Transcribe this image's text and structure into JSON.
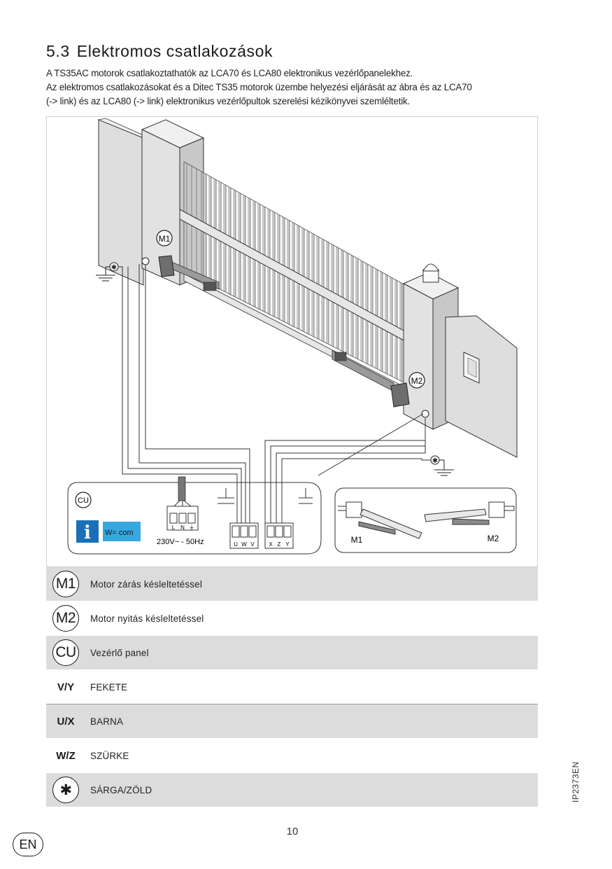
{
  "section": {
    "number": "5.3",
    "title": "Elektromos csatlakozások",
    "intro_line1": "A TS35AC motorok csatlakoztathatók az LCA70 és LCA80 elektronikus vezérlőpanelekhez.",
    "intro_line2": "Az elektromos csatlakozásokat és a Ditec TS35 motorok üzembe helyezési eljárását az ábra és az LCA70",
    "intro_line3": "(-> link) és az LCA80 (-> link) elektronikus vezérlőpultok szerelési kézikönyvei szemléltetik."
  },
  "figure": {
    "m1": "M1",
    "m2": "M2",
    "cu": "CU",
    "info_label": "W= com",
    "power_terminals": [
      "L",
      "N",
      "⏚"
    ],
    "power_label": "230V~ - 50Hz",
    "terminals_a": [
      "U",
      "W",
      "V"
    ],
    "terminals_b": [
      "X",
      "Z",
      "Y"
    ],
    "inset_m1": "M1",
    "inset_m2": "M2"
  },
  "legend": [
    {
      "symbol": "M1",
      "label": "Motor zárás késleltetéssel"
    },
    {
      "symbol": "M2",
      "label": "Motor nyitás késleltetéssel"
    },
    {
      "symbol": "CU",
      "label": "Vezérlő panel"
    },
    {
      "code": "V/Y",
      "label": "FEKETE"
    },
    {
      "code": "U/X",
      "label": "BARNA"
    },
    {
      "code": "W/Z",
      "label": "SZÜRKE"
    },
    {
      "symbol": "✱",
      "label": "SÁRGA/ZÖLD"
    }
  ],
  "footer": {
    "page_number": "10",
    "language": "EN",
    "doc_code": "IP2373EN"
  },
  "colors": {
    "legend_shade": "#dcdcdc",
    "info_blue": "#1b6fb8",
    "info_label_bg": "#37a8e0"
  }
}
